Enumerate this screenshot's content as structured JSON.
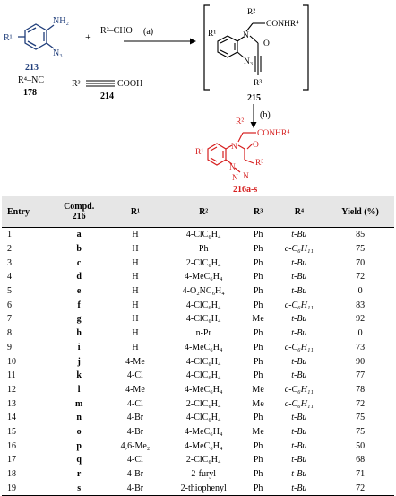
{
  "scheme": {
    "compound_213": "213",
    "compound_178": "178",
    "compound_214": "214",
    "compound_215": "215",
    "compound_216": "216a-s",
    "label_r1": "R¹",
    "label_nh2": "NH₂",
    "label_n3": "N₃",
    "label_r2cho": "R²–CHO",
    "label_r4nc": "R⁴–NC",
    "label_r3": "R³",
    "label_cooh": "COOH",
    "label_plus": "+",
    "label_step_a": "(a)",
    "label_step_b": "(b)",
    "label_r2_int": "R²",
    "label_conhr4_int": "CONHR⁴",
    "label_r1_int": "R¹",
    "label_n_int": "N",
    "label_o_int": "O",
    "label_n3_int": "N₃",
    "label_r3_int": "R³",
    "label_r2_prod": "R²",
    "label_conhr4_prod": "CONHR⁴",
    "label_r1_prod": "R¹",
    "label_n_prod": "N",
    "label_o_prod": "O",
    "label_n1_prod": "N",
    "label_n2_prod": "N",
    "label_n3_prod": "N",
    "label_r3_prod": "R³",
    "colors": {
      "navy": "#1f3d7a",
      "red": "#d61f1f"
    }
  },
  "table": {
    "headers": [
      "Entry",
      "Compd.\n216",
      "R¹",
      "R²",
      "R³",
      "R⁴",
      "Yield (%)"
    ],
    "rows": [
      [
        "1",
        "a",
        "H",
        "4-ClC₆H₄",
        "Ph",
        "t-Bu",
        "85"
      ],
      [
        "2",
        "b",
        "H",
        "Ph",
        "Ph",
        "c-C₆H₁₁",
        "75"
      ],
      [
        "3",
        "c",
        "H",
        "2-ClC₆H₄",
        "Ph",
        "t-Bu",
        "70"
      ],
      [
        "4",
        "d",
        "H",
        "4-MeC₆H₄",
        "Ph",
        "t-Bu",
        "72"
      ],
      [
        "5",
        "e",
        "H",
        "4-O₂NC₆H₄",
        "Ph",
        "t-Bu",
        "0"
      ],
      [
        "6",
        "f",
        "H",
        "4-ClC₆H₄",
        "Ph",
        "c-C₆H₁₁",
        "83"
      ],
      [
        "7",
        "g",
        "H",
        "4-ClC₆H₄",
        "Me",
        "t-Bu",
        "92"
      ],
      [
        "8",
        "h",
        "H",
        "n-Pr",
        "Ph",
        "t-Bu",
        "0"
      ],
      [
        "9",
        "i",
        "H",
        "4-MeC₆H₄",
        "Ph",
        "c-C₆H₁₁",
        "73"
      ],
      [
        "10",
        "j",
        "4-Me",
        "4-ClC₆H₄",
        "Ph",
        "t-Bu",
        "90"
      ],
      [
        "11",
        "k",
        "4-Cl",
        "4-ClC₆H₄",
        "Ph",
        "t-Bu",
        "77"
      ],
      [
        "12",
        "l",
        "4-Me",
        "4-MeC₆H₄",
        "Me",
        "c-C₆H₁₁",
        "78"
      ],
      [
        "13",
        "m",
        "4-Cl",
        "2-ClC₆H₄",
        "Me",
        "c-C₆H₁₁",
        "72"
      ],
      [
        "14",
        "n",
        "4-Br",
        "4-ClC₆H₄",
        "Ph",
        "t-Bu",
        "75"
      ],
      [
        "15",
        "o",
        "4-Br",
        "4-MeC₆H₄",
        "Me",
        "t-Bu",
        "75"
      ],
      [
        "16",
        "p",
        "4,6-Me₂",
        "4-MeC₆H₄",
        "Ph",
        "t-Bu",
        "50"
      ],
      [
        "17",
        "q",
        "4-Cl",
        "2-ClC₆H₄",
        "Ph",
        "t-Bu",
        "68"
      ],
      [
        "18",
        "r",
        "4-Br",
        "2-furyl",
        "Ph",
        "t-Bu",
        "71"
      ],
      [
        "19",
        "s",
        "4-Br",
        "2-thiophenyl",
        "Ph",
        "t-Bu",
        "72"
      ]
    ]
  }
}
